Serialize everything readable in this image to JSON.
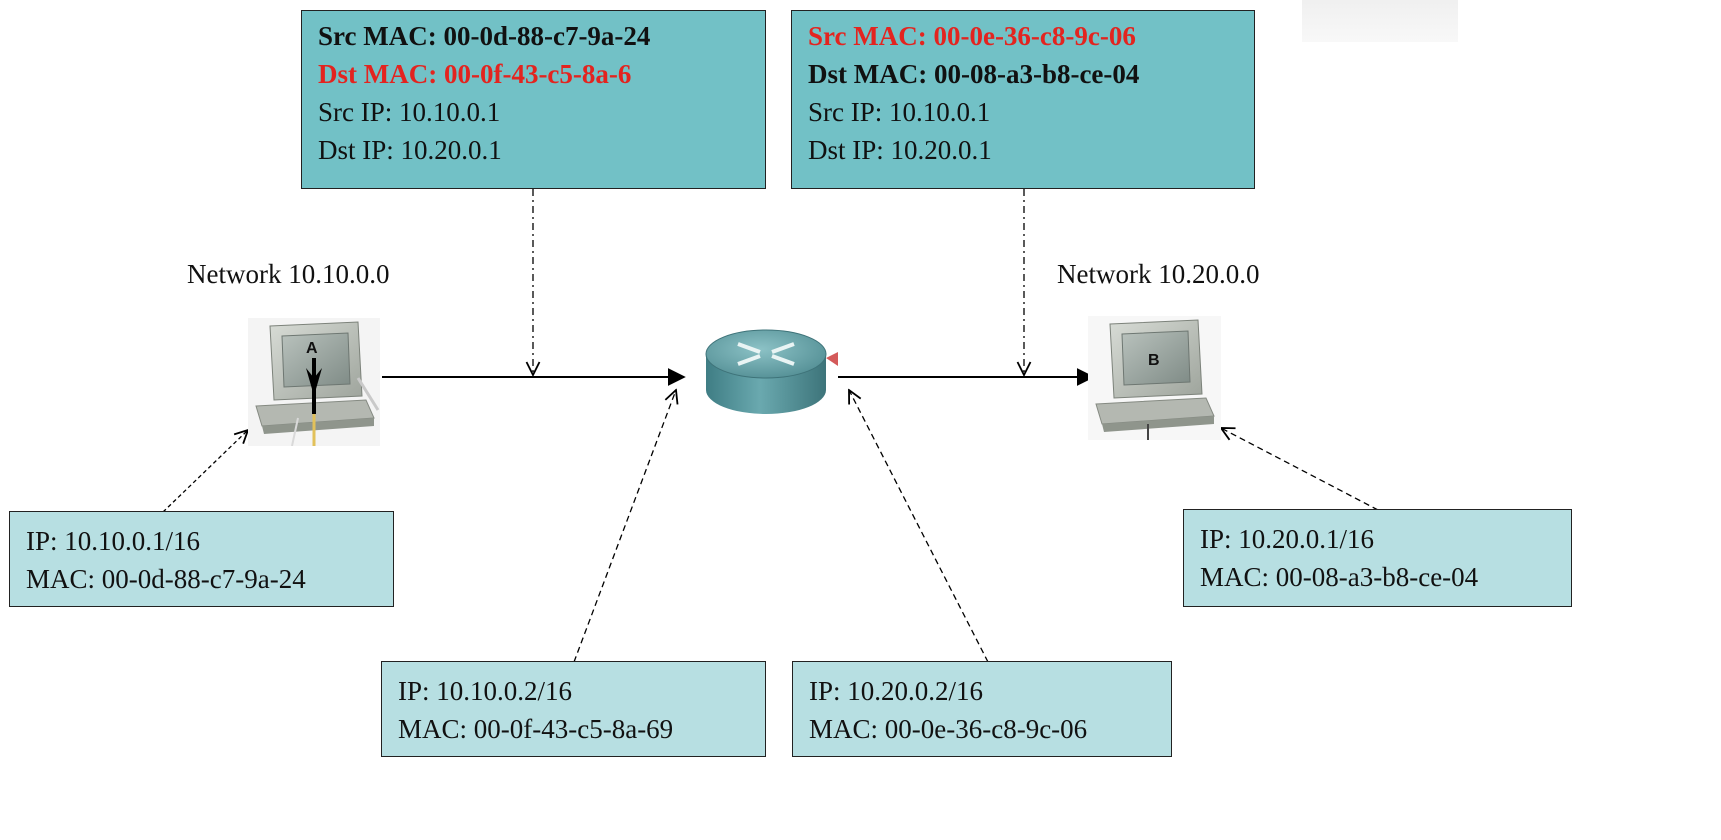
{
  "frames": {
    "first_hop": {
      "src_mac": "Src MAC: 00-0d-88-c7-9a-24",
      "dst_mac": "Dst MAC: 00-0f-43-c5-8a-6",
      "src_ip": "Src IP: 10.10.0.1",
      "dst_ip": "Dst IP: 10.20.0.1"
    },
    "second_hop": {
      "src_mac": "Src MAC: 00-0e-36-c8-9c-06",
      "dst_mac": "Dst MAC: 00-08-a3-b8-ce-04",
      "src_ip": "Src IP: 10.10.0.1",
      "dst_ip": "Dst IP: 10.20.0.1"
    }
  },
  "networks": {
    "left": "Network 10.10.0.0",
    "right": "Network 10.20.0.0"
  },
  "hosts": {
    "a": {
      "label": "A",
      "ip": "IP: 10.10.0.1/16",
      "mac": "MAC: 00-0d-88-c7-9a-24"
    },
    "b": {
      "label": "B",
      "ip": "IP: 10.20.0.1/16",
      "mac": "MAC: 00-08-a3-b8-ce-04"
    }
  },
  "router_interfaces": {
    "left": {
      "ip": "IP: 10.10.0.2/16",
      "mac": "MAC: 00-0f-43-c5-8a-69"
    },
    "right": {
      "ip": "IP: 10.20.0.2/16",
      "mac": "MAC: 00-0e-36-c8-9c-06"
    }
  },
  "colors": {
    "frame_box": "#72c1c6",
    "address_box": "#b7dfe2",
    "highlight_text": "#e3241f",
    "router_body": "#5f9aa0"
  },
  "icons": {
    "host": "computer-icon",
    "router": "router-icon"
  }
}
